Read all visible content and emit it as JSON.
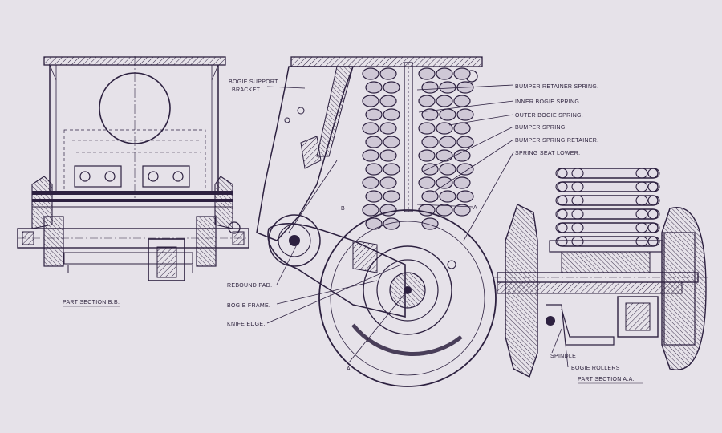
{
  "colors": {
    "paper": "#e6e2e9",
    "ink": "#2d2140"
  },
  "labels": {
    "bogie_support_bracket_1": "BOGIE SUPPORT",
    "bogie_support_bracket_2": "BRACKET.",
    "bumper_retainer_spring": "BUMPER RETAINER SPRING.",
    "inner_bogie_spring": "INNER BOGIE SPRING.",
    "outer_bogie_spring": "OUTER BOGIE SPRING.",
    "bumper_spring": "BUMPER SPRING.",
    "bumper_spring_retainer": "BUMPER SPRING RETAINER.",
    "spring_seat_lower": "SPRING SEAT LOWER.",
    "rebound_pad": "REBOUND PAD.",
    "bogie_frame": "BOGIE FRAME.",
    "knife_edge": "KNIFE EDGE.",
    "spindle": "SPINDLE",
    "bogie_rollers": "BOGIE ROLLERS",
    "part_section_bb": "PART SECTION B.B.",
    "part_section_aa": "PART SECTION A.A.",
    "marker_a_top": "A",
    "marker_a_bottom": "A",
    "marker_b": "B"
  }
}
